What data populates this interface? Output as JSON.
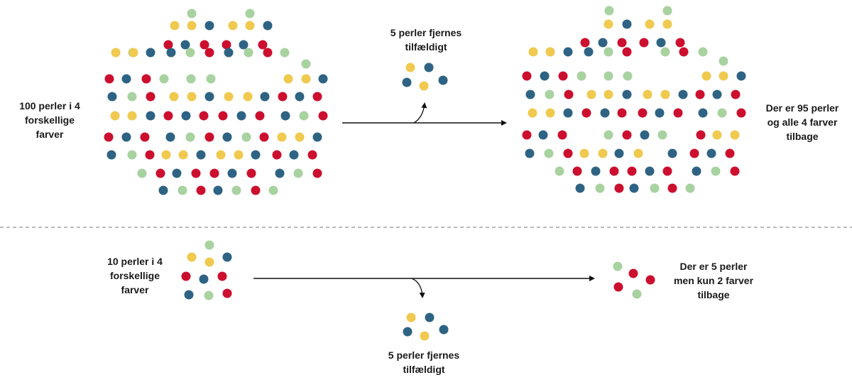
{
  "colors": {
    "yellow": "#f0c94f",
    "blue": "#2e6384",
    "red": "#cc0f2e",
    "green": "#a8d2a0",
    "line": "#111111",
    "divider": "#bbbbbb"
  },
  "top": {
    "left_label": [
      "100 perler i 4",
      "forskellige",
      "farver"
    ],
    "removed_label": [
      "5 perler fjernes",
      "tilfældigt"
    ],
    "right_label": [
      "Der er 95 perler",
      "og alle 4 farver",
      "tilbage"
    ],
    "left_beads": "g,g|y,y,b,y,y,b|r,b,r,r,b,r|g,y,y,b,b,g,r,b,g,r,g|g|r,b,r,g,g,g,y,y,b|b,g,r,y,y,b,y,y,b,r,b,r|y,y,b,r,b,r,r,b,r,b,g,r|r,b,r,b,g,r,b,g,r,y,y,b|b,g,r,y,y,b,y,y,b,r,b,r|g,r,b,r,r,b,r,b,g,r|b,g,r,b,g,r,g",
    "removed_beads": [
      "y",
      "b",
      "b",
      "y",
      "b"
    ],
    "right_beads": "g,g|y,b,y,y|r,b,r,r,b,r|g,y,y,b,b,g,r,g,r,g|g|r,b,r,g,g,g,y,y,b|b,g,r,y,y,b,y,y,b,r,b,r|y,y,b,r,b,r,r,b,r,b,g,r|r,b,r,g,r,b,g,r,y,y,b|b,g,r,y,y,b,y,b,r,b,r|g,r,b,r,r,b,r,b,g,r|b,g,r,b,g,r,g"
  },
  "bottom": {
    "left_label": [
      "10 perler i 4",
      "forskellige",
      "farver"
    ],
    "removed_label": [
      "5 perler fjernes",
      "tilfældigt"
    ],
    "right_label": [
      "Der er 5 perler",
      "men kun 2 farver",
      "tilbage"
    ],
    "left_beads": [
      "g",
      "y",
      "y",
      "b",
      "r",
      "b",
      "r",
      "b",
      "g",
      "r"
    ],
    "removed_beads": [
      "y",
      "b",
      "b",
      "y",
      "b"
    ],
    "right_beads": [
      "g",
      "r",
      "r",
      "r",
      "g"
    ]
  }
}
